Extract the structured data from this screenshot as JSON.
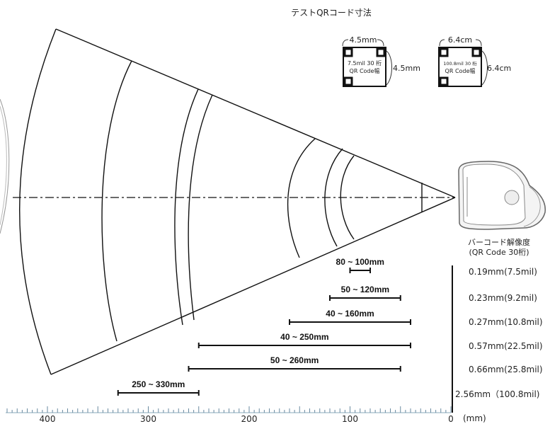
{
  "header": {
    "title": "テストQRコード寸法"
  },
  "samples": [
    {
      "top": "4.5mm",
      "side": "4.5mm",
      "line1": "7.5mil 30 桁",
      "line2": "QR Code幅"
    },
    {
      "top": "6.4cm",
      "side": "6.4cm",
      "line1": "100.8mil 30 桁",
      "line2": "QR Code幅"
    }
  ],
  "resolution": {
    "title": "バーコード解像度",
    "subtitle": "(QR Code 30桁)",
    "rows": [
      {
        "label": "0.19mm(7.5mil)",
        "range": "80 ~ 100mm",
        "start": 80,
        "end": 100
      },
      {
        "label": "0.23mm(9.2mil)",
        "range": "50 ~ 120mm",
        "start": 50,
        "end": 120
      },
      {
        "label": "0.27mm(10.8mil)",
        "range": "40 ~ 160mm",
        "start": 40,
        "end": 160
      },
      {
        "label": "0.57mm(22.5mil)",
        "range": "40 ~ 250mm",
        "start": 40,
        "end": 250
      },
      {
        "label": "0.66mm(25.8mil)",
        "range": "50 ~ 260mm",
        "start": 50,
        "end": 260
      },
      {
        "label": "2.56mm（100.8mil)",
        "range": "250 ~ 330mm",
        "start": 250,
        "end": 330
      }
    ]
  },
  "ruler": {
    "labels": [
      "400",
      "300",
      "200",
      "100",
      "0"
    ],
    "unit": "(mm)"
  }
}
